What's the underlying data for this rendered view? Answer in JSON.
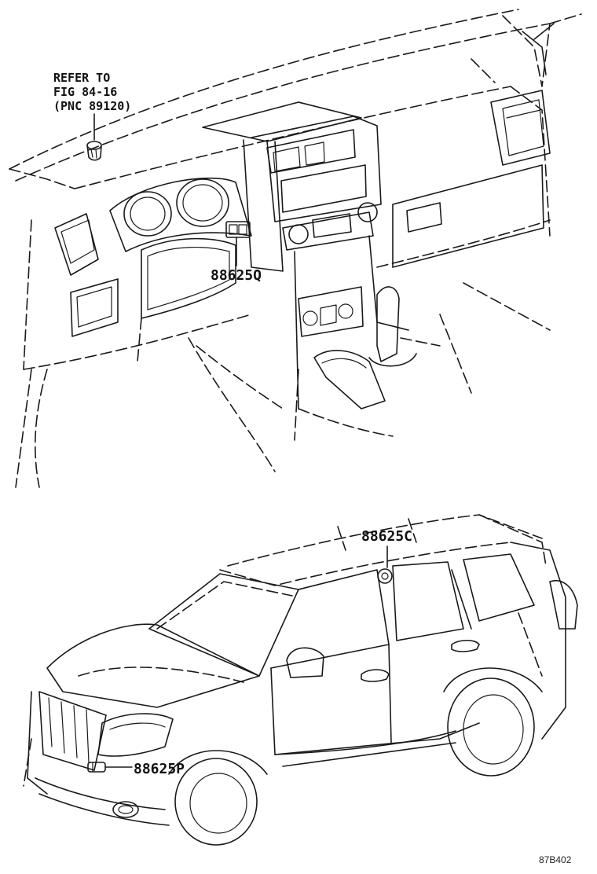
{
  "note": {
    "line1": "REFER TO",
    "line2": "FIG 84-16",
    "line3": "(PNC 89120)"
  },
  "callouts": {
    "dash_switch": "88625Q",
    "roof_sensor": "88625C",
    "front_sensor": "88625P"
  },
  "figure_code": "87B402",
  "colors": {
    "line": "#1a1a1a",
    "background": "#ffffff"
  }
}
